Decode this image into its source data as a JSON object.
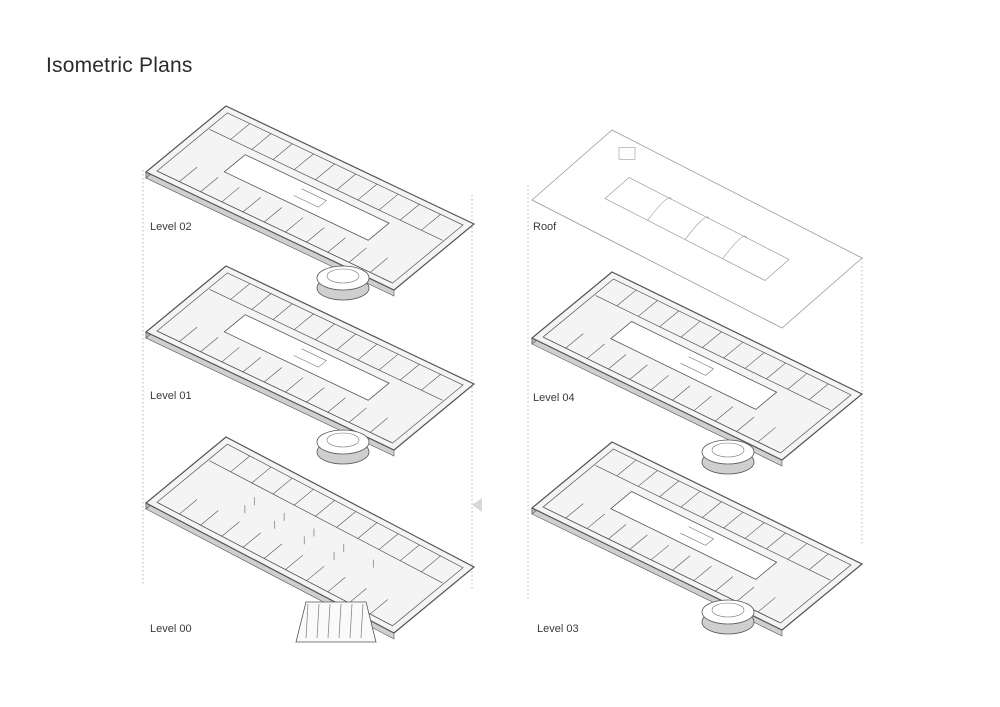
{
  "title": "Isometric Plans",
  "levels": {
    "level02": "Level 02",
    "level01": "Level 01",
    "level00": "Level 00",
    "roof": "Roof",
    "level04": "Level 04",
    "level03": "Level 03"
  },
  "colors": {
    "line": "#555555",
    "line_light": "#9a9a9a",
    "fill_floor": "#f4f4f4",
    "fill_wall": "#cfcfcf",
    "background": "#ffffff"
  }
}
